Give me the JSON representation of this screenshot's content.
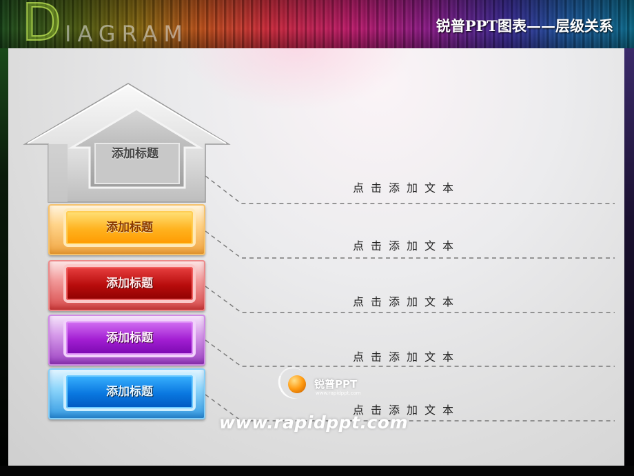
{
  "header": {
    "logo_initial": "D",
    "logo_rest": "IAGRAM",
    "title": "锐普PPT图表——层级关系"
  },
  "house": {
    "label": "添加标题"
  },
  "levels": [
    {
      "label": "添加标题",
      "color": "#ff9a00",
      "text": "点击添加文本"
    },
    {
      "label": "添加标题",
      "color": "#b80c0c",
      "text": "点击添加文本"
    },
    {
      "label": "添加标题",
      "color": "#a21ed2",
      "text": "点击添加文本"
    },
    {
      "label": "添加标题",
      "color": "#0a78e0",
      "text": "点击添加文本"
    }
  ],
  "top_text": "点击添加文本",
  "watermark": {
    "brand": "锐普PPT",
    "sub": "www.rapidppt.com",
    "url": "www.rapidppt.com"
  }
}
